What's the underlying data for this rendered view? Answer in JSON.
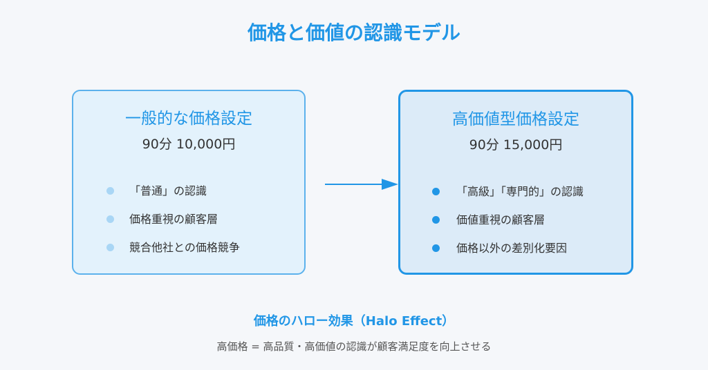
{
  "title": "価格と価値の認識モデル",
  "left_box": {
    "title": "一般的な価格設定",
    "price": "90分 10,000円",
    "items": [
      "「普通」の認識",
      "価格重視の顧客層",
      "競合他社との価格競争"
    ]
  },
  "right_box": {
    "title": "高価値型価格設定",
    "price": "90分 15,000円",
    "items": [
      "「高級」「専門的」の認識",
      "価値重視の顧客層",
      "価格以外の差別化要因"
    ]
  },
  "effect": {
    "title": "価格のハロー効果（Halo Effect）",
    "description": "高価格 = 高品質・高価値の認識が顧客満足度を向上させる"
  },
  "colors": {
    "accent": "#2196e6",
    "left_border": "#5bb1ec",
    "left_fill": "#e3f2fc",
    "right_fill": "#dcebf8",
    "left_bullet": "#a9d6f5"
  },
  "icons": {
    "arrow": "arrow-right-icon",
    "bullet": "bullet-dot-icon"
  }
}
